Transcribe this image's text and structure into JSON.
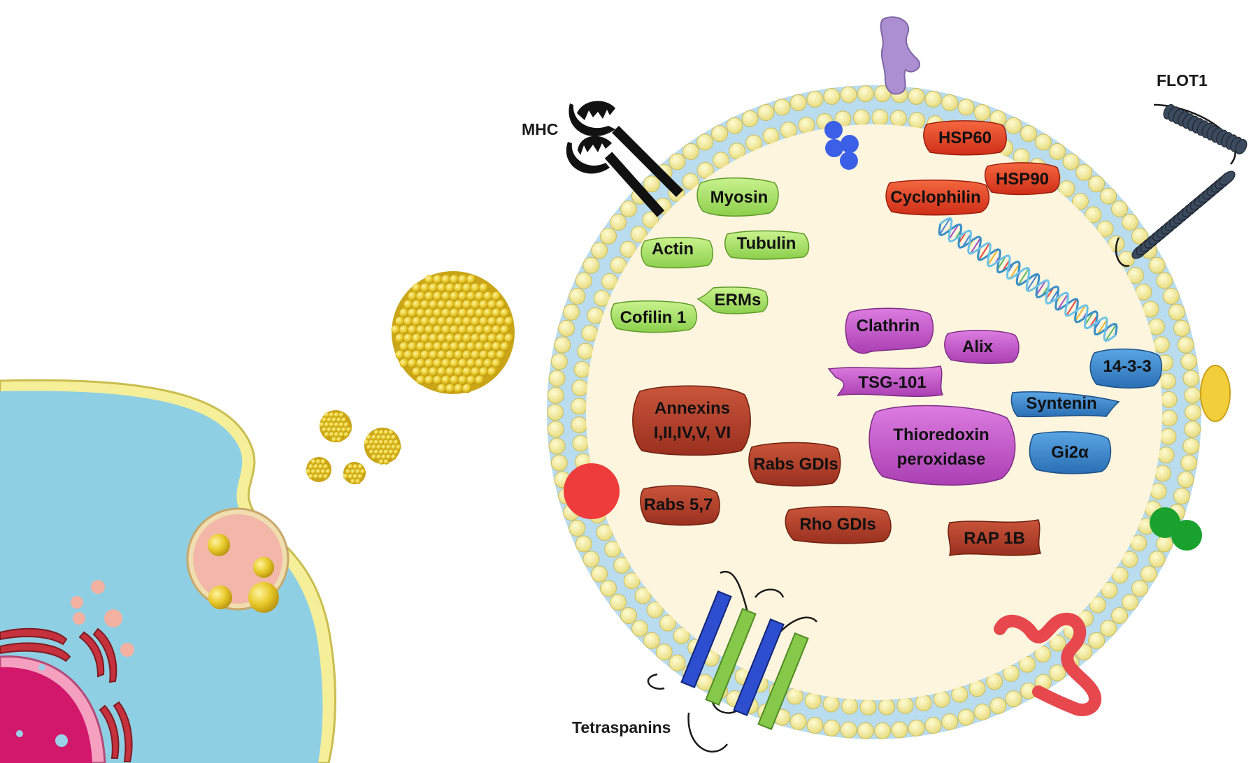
{
  "labels": {
    "mhc": "MHC",
    "flot1": "FLOT1",
    "tetraspanins": "Tetraspanins"
  },
  "proteins": {
    "myosin": "Myosin",
    "actin": "Actin",
    "tubulin": "Tubulin",
    "erms": "ERMs",
    "cofilin": "Cofilin 1",
    "hsp60": "HSP60",
    "hsp90": "HSP90",
    "cyclophilin": "Cyclophilin",
    "clathrin": "Clathrin",
    "alix": "Alix",
    "tsg101": "TSG-101",
    "thioredoxin_1": "Thioredoxin",
    "thioredoxin_2": "peroxidase",
    "annexins_1": "Annexins",
    "annexins_2": "I,II,IV,V, VI",
    "rabs_gdis": "Rabs GDIs",
    "rabs57": "Rabs 5,7",
    "rho_gdis": "Rho GDIs",
    "rap1b": "RAP 1B",
    "p1433": "14-3-3",
    "syntenin": "Syntenin",
    "gi2a": "Gi2α"
  },
  "colors": {
    "cell_cytoplasm": "#8ecfe3",
    "cell_membrane": "#f6ef9a",
    "vesicle_lumen": "#fdf5dd",
    "lipid_head": "#f7ef9f",
    "lipid_tail": "#b9dcef",
    "cytoskeleton_green": "#a8e06a",
    "chaperone_red": "#e8472c",
    "escrt_purple": "#c35bc9",
    "gtpase_brown": "#b6432d",
    "signaling_blue": "#3d87cc",
    "exosome_gold": "#e6c62a",
    "nucleus_magenta": "#d2186b"
  }
}
